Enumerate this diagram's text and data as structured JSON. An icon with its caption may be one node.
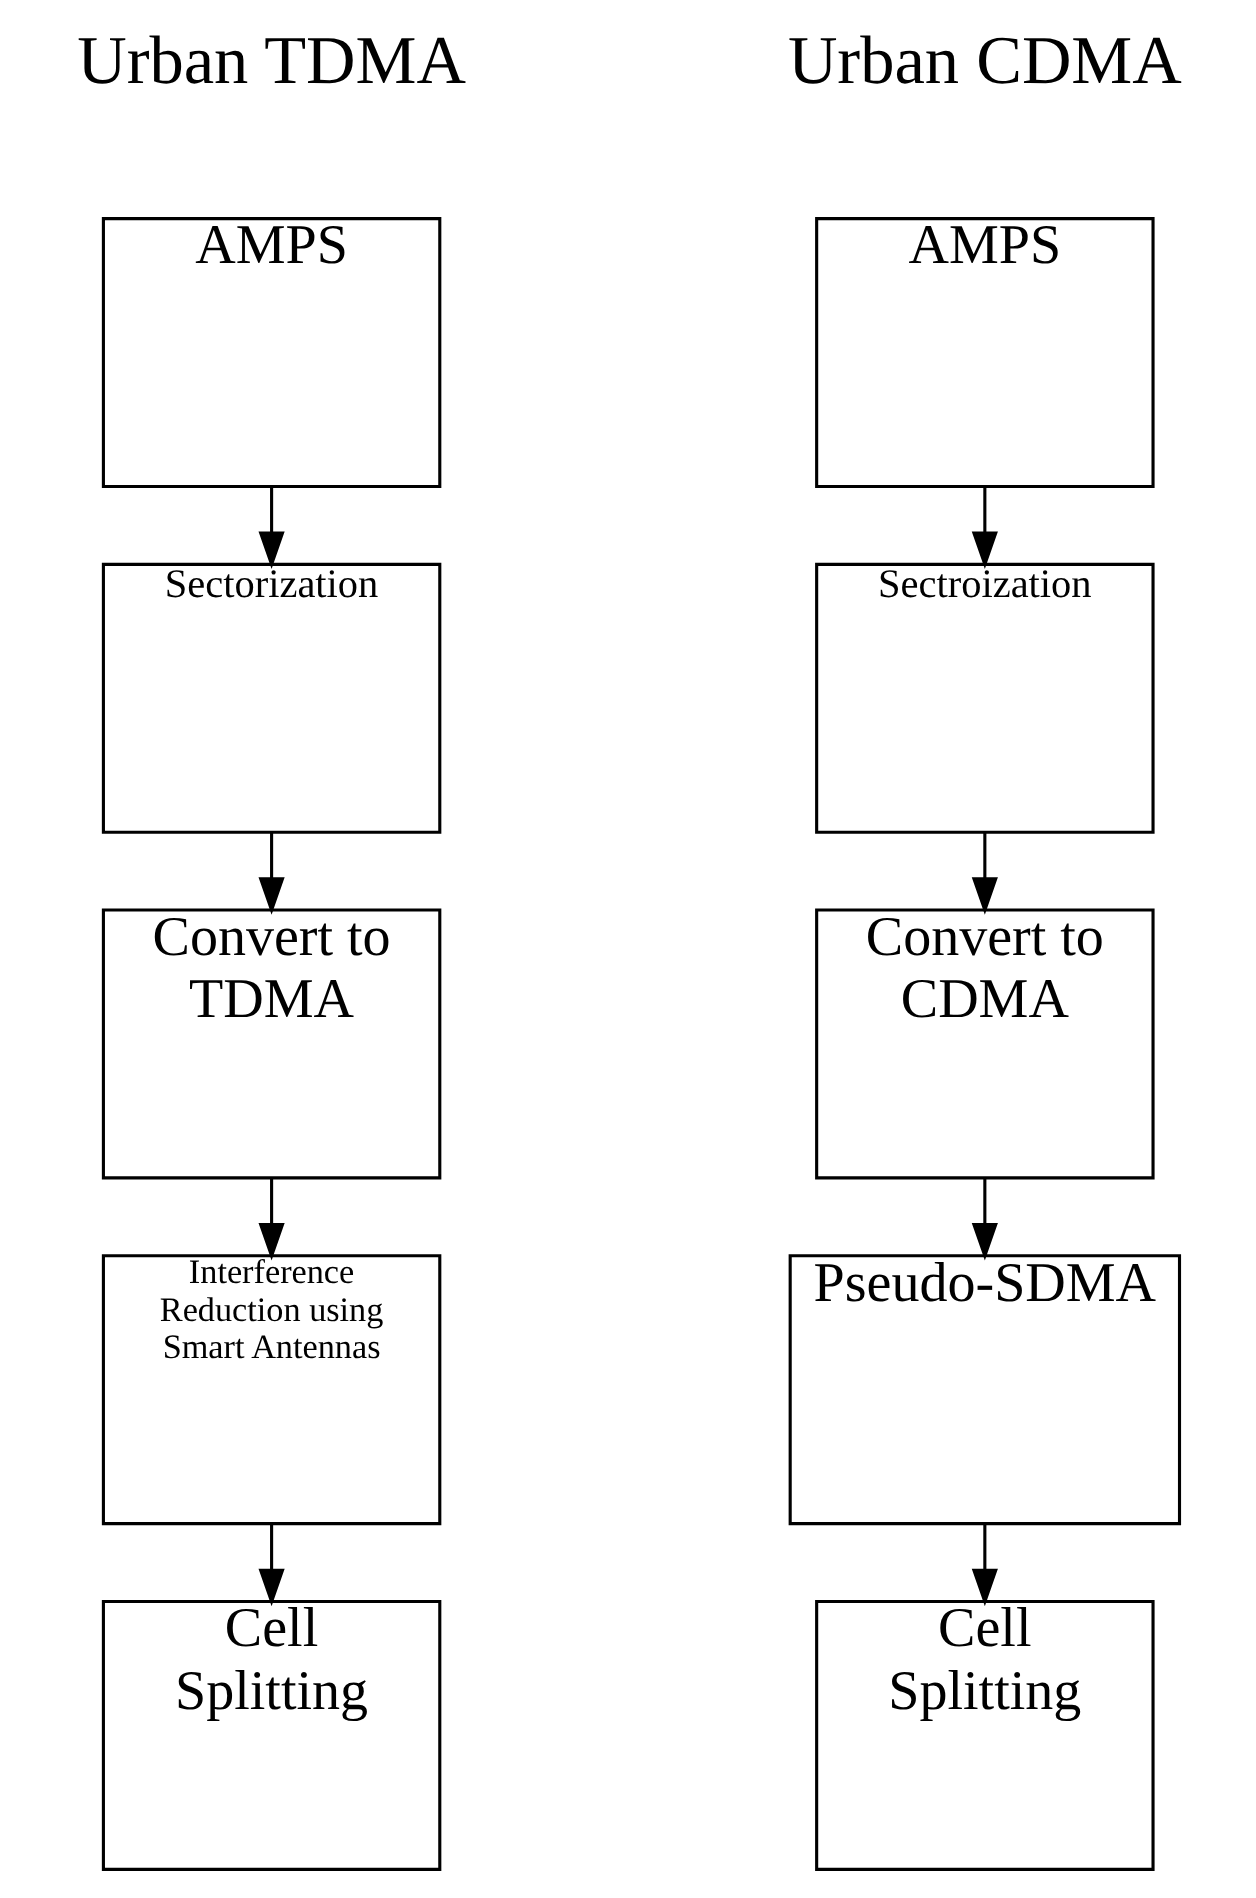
{
  "diagram": {
    "nodes": [
      {
        "text": [
          "AMPS"
        ]
      },
      {
        "text": [
          "Sectorization"
        ]
      },
      {
        "text": [
          "Convert to TDMA"
        ]
      },
      {
        "text": [
          "Interference Reduction using Smart Antennas"
        ]
      },
      {
        "text": [
          "Cell Splitting"
        ]
      },
      {
        "text": [
          "AMPS"
        ]
      },
      {
        "text": [
          "Sectroization"
        ]
      },
      {
        "text": [
          "Convert to CDMA"
        ]
      },
      {
        "text": [
          "Pseudo-SDMA"
        ]
      },
      {
        "text": [
          "Cell Splitting"
        ]
      }
    ],
    "edges": [
      {
        "from": 0,
        "to": 1,
        "arrow": "to"
      },
      {
        "from": 1,
        "to": 2,
        "arrow": "to"
      },
      {
        "from": 2,
        "to": 3,
        "arrow": "to"
      },
      {
        "from": 3,
        "to": 4,
        "arrow": "to"
      },
      {
        "from": 5,
        "to": 6,
        "arrow": "to"
      },
      {
        "from": 6,
        "to": 7,
        "arrow": "to"
      },
      {
        "from": 7,
        "to": 8,
        "arrow": "to"
      },
      {
        "from": 8,
        "to": 9,
        "arrow": "to"
      }
    ],
    "labels": [
      "Urban TDMA",
      "Urban CDMA"
    ]
  }
}
